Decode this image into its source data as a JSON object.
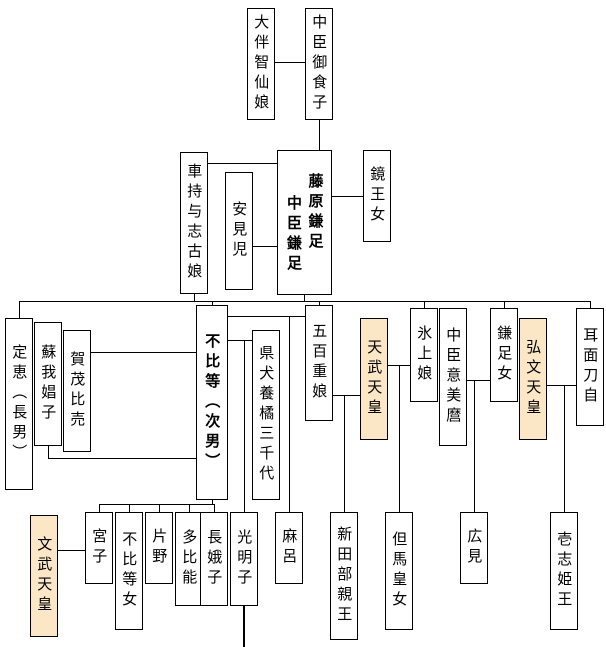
{
  "figure": {
    "type": "family-tree",
    "background_color": "#ffffff",
    "line_color": "#000000",
    "box_border_color": "#000000",
    "emperor_highlight_color": "#fbe7c6"
  },
  "people": {
    "otomo_chisen": {
      "label": "大伴智仙娘"
    },
    "nakatomi_mikeko": {
      "label": "中臣御食子"
    },
    "kurumamochi_yoshiko": {
      "label": "車持与志古娘"
    },
    "yasumiko": {
      "label": "安見児"
    },
    "kamatari_nakatomi": {
      "label": "中臣鎌足"
    },
    "kamatari_fujiwara": {
      "label": "藤原鎌足"
    },
    "kagami_no_okimi": {
      "label": "鏡王女"
    },
    "joe": {
      "label": "定恵（長男）"
    },
    "soga_shoshi": {
      "label": "蘇我娼子"
    },
    "kamo_hime": {
      "label": "賀茂比売"
    },
    "fuhito": {
      "label": "不比等（次男）"
    },
    "tachibana_michiyo": {
      "label": "県犬養橘三千代"
    },
    "ioe_no_iratsume": {
      "label": "五百重娘"
    },
    "tenmu": {
      "label": "天武天皇",
      "highlighted": true
    },
    "hikami_no_iratsume": {
      "label": "氷上娘"
    },
    "omimaro": {
      "label": "中臣意美麿"
    },
    "kamatari_no_musume": {
      "label": "鎌足女"
    },
    "kobun": {
      "label": "弘文天皇",
      "highlighted": true
    },
    "mimimo_toji": {
      "label": "耳面刀自"
    },
    "monmu": {
      "label": "文武天皇",
      "highlighted": true
    },
    "miyako": {
      "label": "宮子"
    },
    "fuhito_no_musume": {
      "label": "不比等女"
    },
    "katano": {
      "label": "片野"
    },
    "tabino": {
      "label": "多比能"
    },
    "nagako": {
      "label": "長娥子"
    },
    "komyoshi": {
      "label": "光明子"
    },
    "maro": {
      "label": "麻呂"
    },
    "niitabe": {
      "label": "新田部親王"
    },
    "tajima": {
      "label": "但馬皇女"
    },
    "hiromi": {
      "label": "広見"
    },
    "ichishi_hime": {
      "label": "壱志姫王"
    }
  }
}
